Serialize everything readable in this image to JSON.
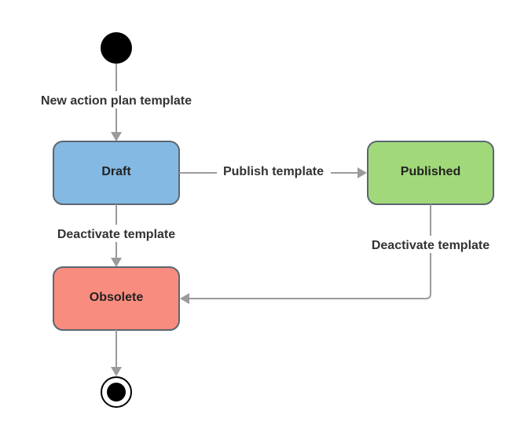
{
  "diagram": {
    "states": {
      "draft": {
        "label": "Draft",
        "color": "#84b9e3"
      },
      "published": {
        "label": "Published",
        "color": "#a1d97a"
      },
      "obsolete": {
        "label": "Obsolete",
        "color": "#f88c7e"
      }
    },
    "transitions": {
      "new_template": {
        "label": "New action plan template"
      },
      "publish": {
        "label": "Publish template"
      },
      "deactivate_draft": {
        "label": "Deactivate template"
      },
      "deactivate_published": {
        "label": "Deactivate template"
      }
    },
    "colors": {
      "edge": "#9b9b9b",
      "border": "#5b6670",
      "node_fill": "#000000"
    }
  }
}
